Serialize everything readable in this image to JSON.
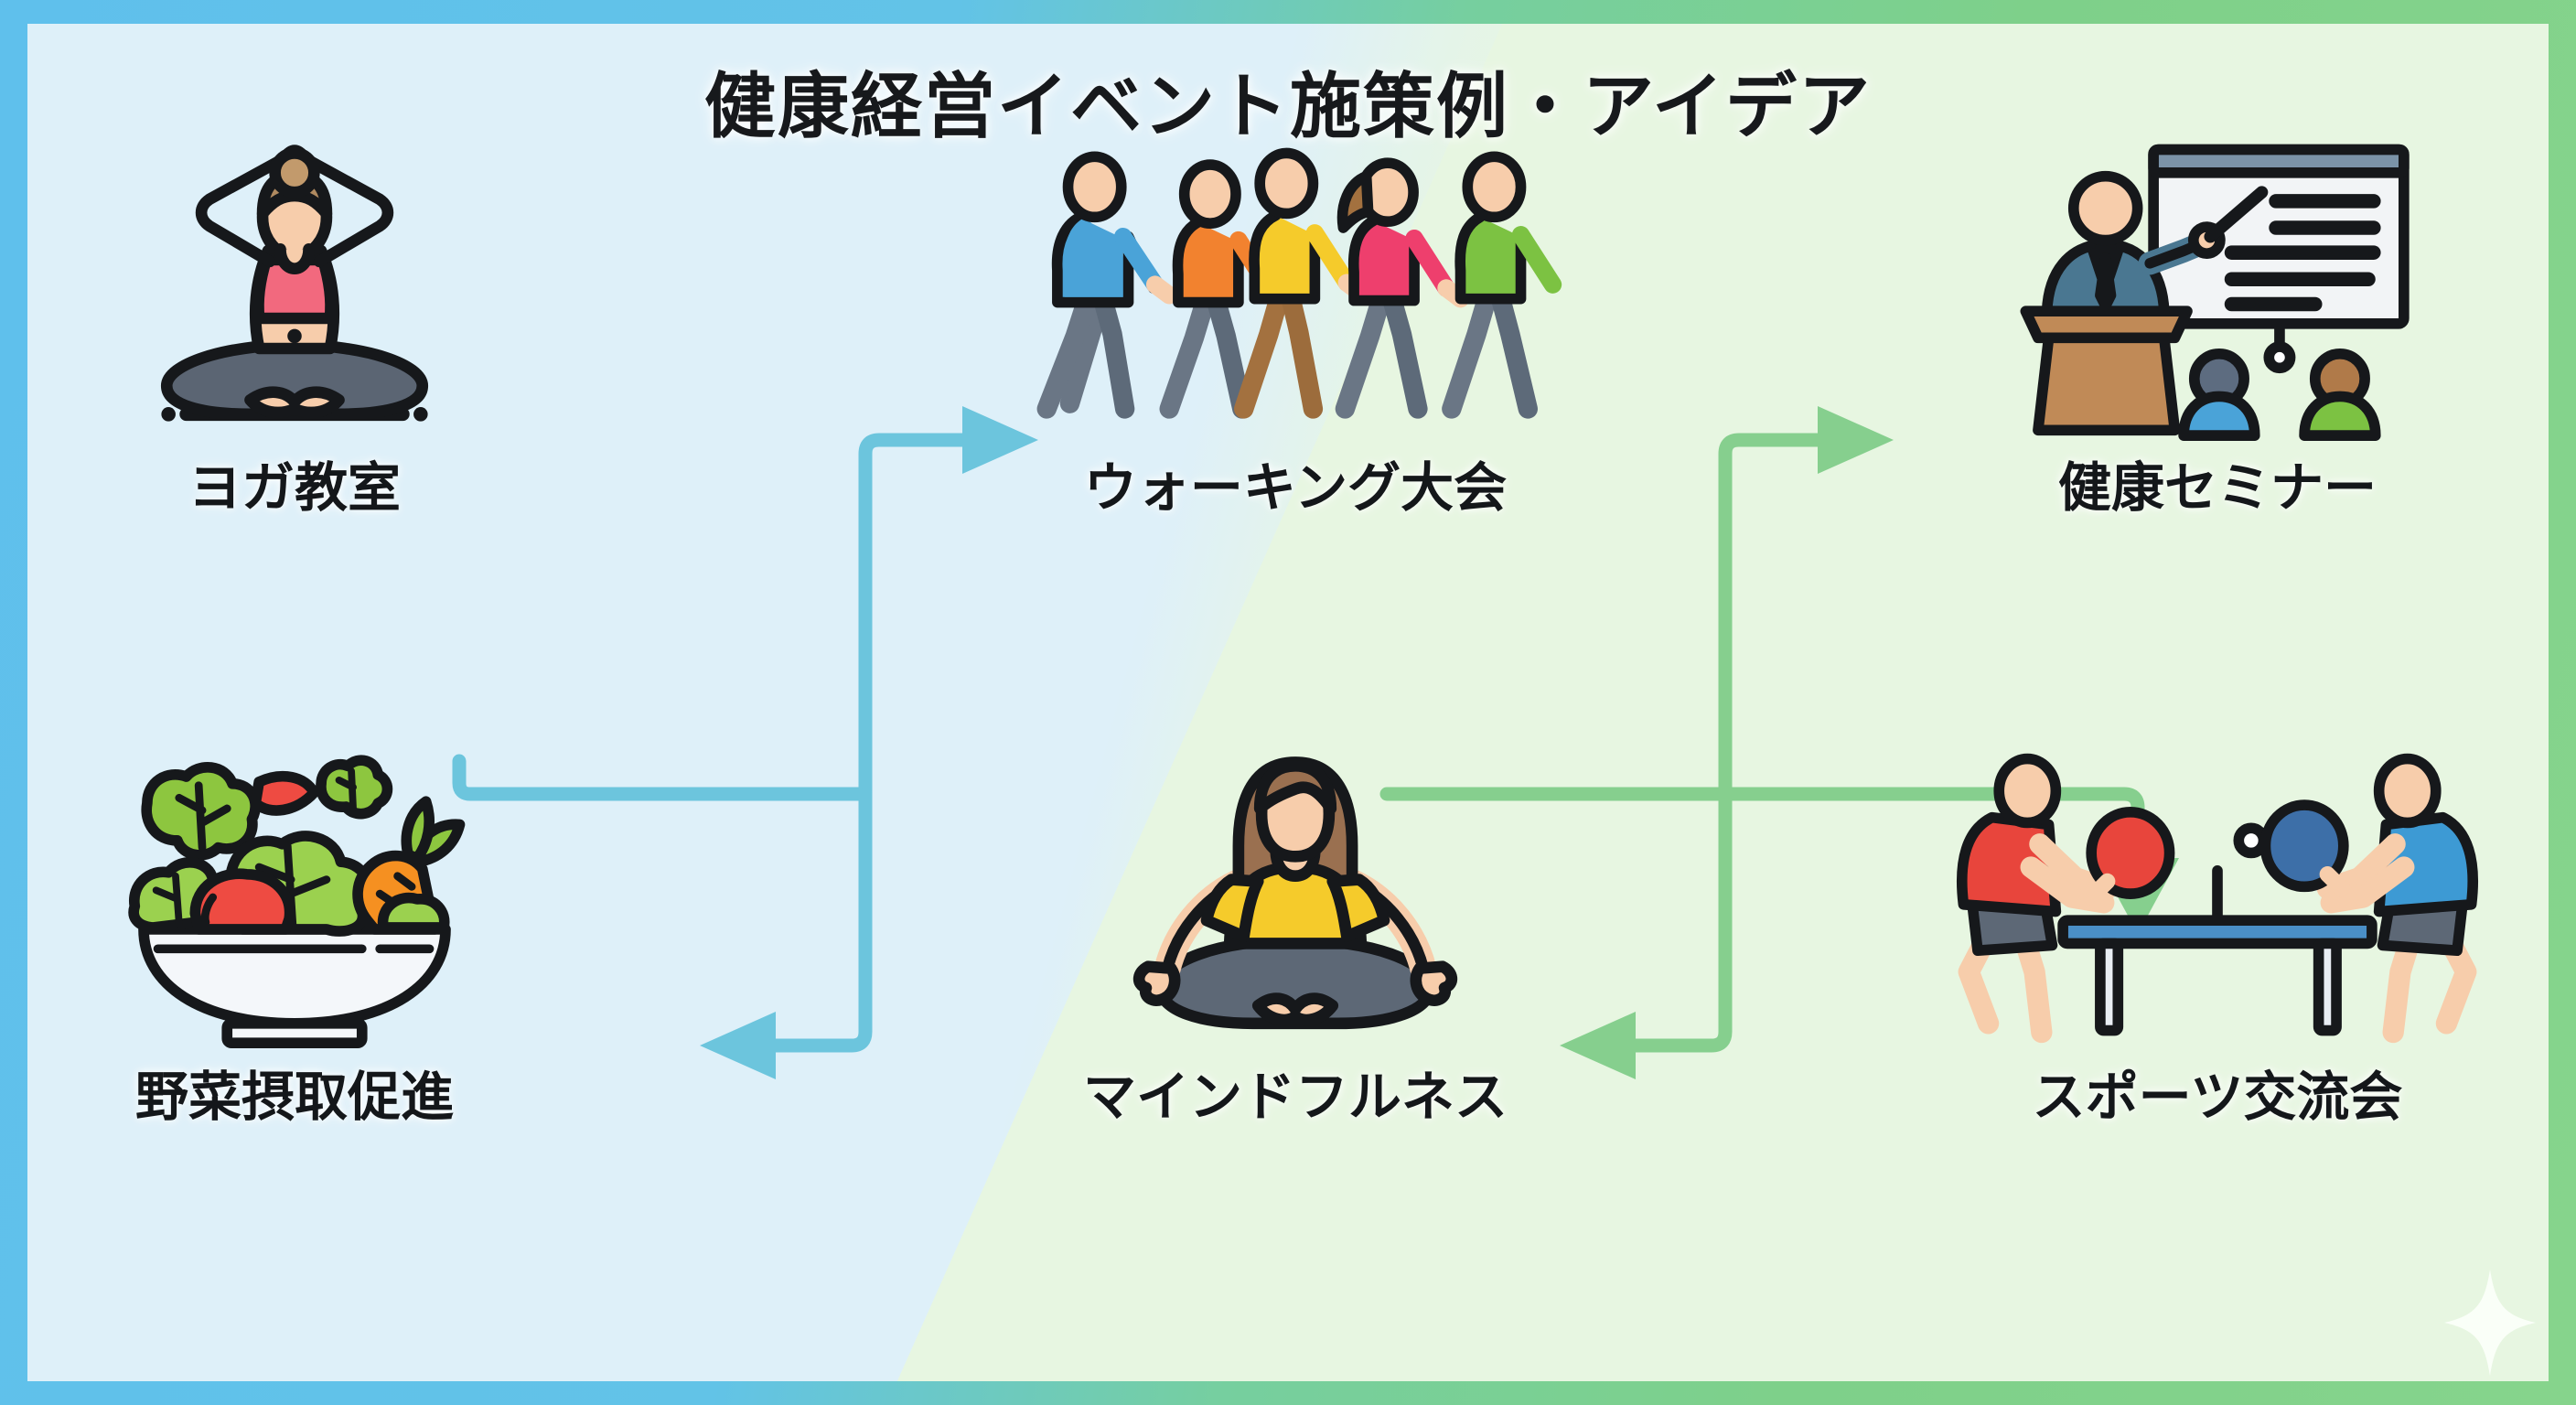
{
  "title": "健康経営イベント施策例・アイデア",
  "theme": {
    "frame_blue": "#5fc0ec",
    "frame_green": "#7ed08a",
    "panel_blue": "#def0f9",
    "panel_green": "#e7f6e1",
    "arrow_blue": "#6cc5dd",
    "arrow_green": "#86cf8e",
    "text_dark": "#14171a"
  },
  "items": [
    {
      "id": "yoga",
      "label": "ヨガ教室",
      "icon": "yoga-pose-icon",
      "side": "blue"
    },
    {
      "id": "walking",
      "label": "ウォーキング大会",
      "icon": "walking-group-icon",
      "side": "blue"
    },
    {
      "id": "seminar",
      "label": "健康セミナー",
      "icon": "seminar-speaker-icon",
      "side": "green"
    },
    {
      "id": "vegetables",
      "label": "野菜摂取促進",
      "icon": "salad-bowl-icon",
      "side": "blue"
    },
    {
      "id": "mindfulness",
      "label": "マインドフルネス",
      "icon": "meditation-icon",
      "side": "green"
    },
    {
      "id": "sports",
      "label": "スポーツ交流会",
      "icon": "table-tennis-icon",
      "side": "green"
    }
  ],
  "connectors": [
    {
      "id": "blue-up",
      "color": "#6cc5dd",
      "direction": "up-right",
      "from": "yoga",
      "to": "walking"
    },
    {
      "id": "blue-down",
      "color": "#6cc5dd",
      "direction": "down-left",
      "from": "yoga",
      "to": "vegetables"
    },
    {
      "id": "green-up",
      "color": "#86cf8e",
      "direction": "up-right",
      "from": "walking",
      "to": "seminar"
    },
    {
      "id": "green-down",
      "color": "#86cf8e",
      "direction": "down-left",
      "from": "walking",
      "to": "mindfulness"
    },
    {
      "id": "green-side",
      "color": "#86cf8e",
      "direction": "right-down",
      "from": "seminar",
      "to": "sports"
    }
  ],
  "decoration": {
    "sparkle": "sparkle-icon"
  }
}
